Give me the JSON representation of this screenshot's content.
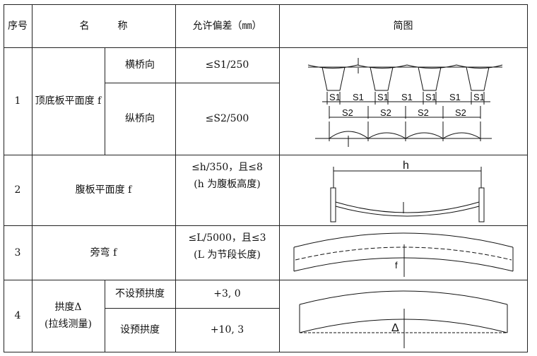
{
  "header": {
    "seq": "序号",
    "name_left": "名",
    "name_right": "称",
    "tolerance": "允许偏差（㎜）",
    "diagram": "简图"
  },
  "rows": [
    {
      "seq": "1",
      "name": "顶底板平面度 f",
      "sub": [
        {
          "label": "横桥向",
          "tolerance": "≤S1/250"
        },
        {
          "label": "纵桥向",
          "tolerance": "≤S2/500"
        }
      ]
    },
    {
      "seq": "2",
      "name": "腹板平面度 f",
      "tolerance_line1": "≤h/350，且≤8",
      "tolerance_line2": "(h 为腹板高度)"
    },
    {
      "seq": "3",
      "name": "旁弯 f",
      "tolerance_line1": "≤L/5000，且≤3",
      "tolerance_line2": "(L 为节段长度)"
    },
    {
      "seq": "4",
      "name_line1": "拱度Δ",
      "name_line2": "(拉线测量)",
      "sub": [
        {
          "label": "不设预拱度",
          "tolerance": "+3, 0"
        },
        {
          "label": "设预拱度",
          "tolerance": "+10, 3"
        }
      ]
    }
  ],
  "diagram_labels": {
    "s1": "S1",
    "s2": "S2",
    "h": "h",
    "f": "f",
    "delta": "Δ"
  }
}
